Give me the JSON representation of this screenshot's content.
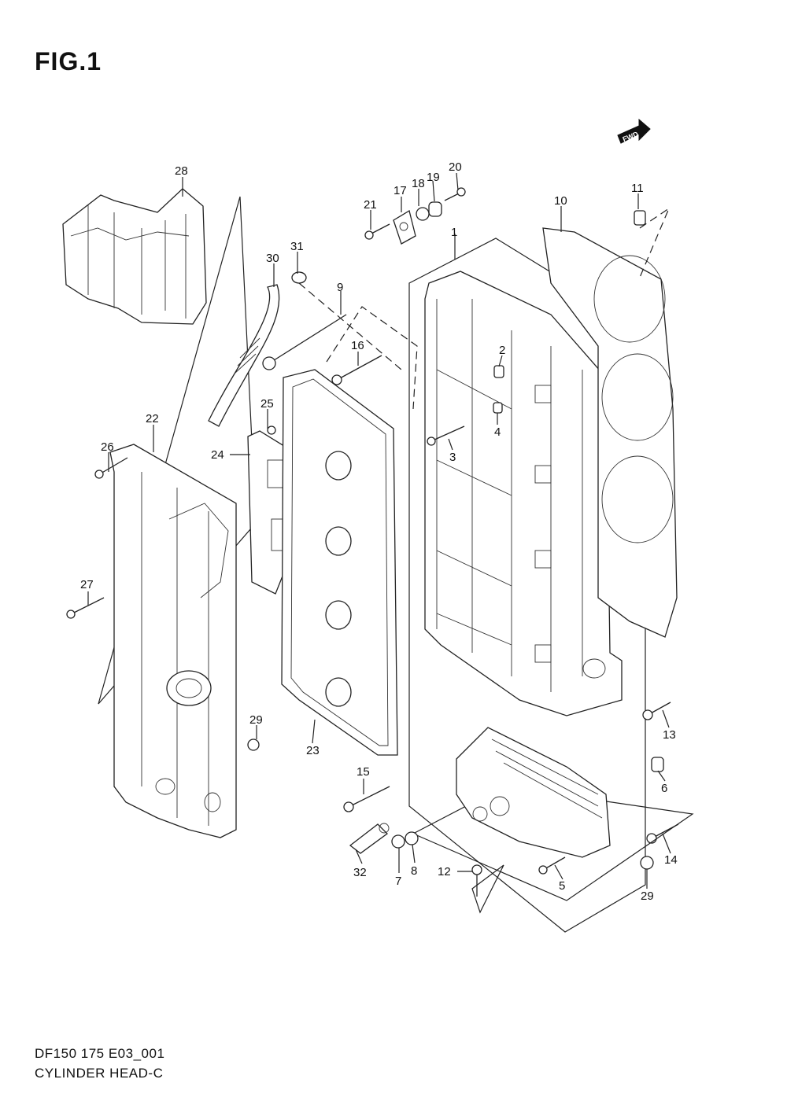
{
  "figure": {
    "title": "FIG.1",
    "model_code": "DF150 175 E03_001",
    "section_name": "CYLINDER HEAD-C",
    "fwd_label": "FWD"
  },
  "callouts": [
    {
      "id": "c1",
      "label": "1"
    },
    {
      "id": "c2",
      "label": "2"
    },
    {
      "id": "c3",
      "label": "3"
    },
    {
      "id": "c4",
      "label": "4"
    },
    {
      "id": "c5",
      "label": "5"
    },
    {
      "id": "c6",
      "label": "6"
    },
    {
      "id": "c7",
      "label": "7"
    },
    {
      "id": "c8",
      "label": "8"
    },
    {
      "id": "c9",
      "label": "9"
    },
    {
      "id": "c10",
      "label": "10"
    },
    {
      "id": "c11",
      "label": "11"
    },
    {
      "id": "c12",
      "label": "12"
    },
    {
      "id": "c13",
      "label": "13"
    },
    {
      "id": "c14",
      "label": "14"
    },
    {
      "id": "c15",
      "label": "15"
    },
    {
      "id": "c16",
      "label": "16"
    },
    {
      "id": "c17",
      "label": "17"
    },
    {
      "id": "c18",
      "label": "18"
    },
    {
      "id": "c19",
      "label": "19"
    },
    {
      "id": "c20",
      "label": "20"
    },
    {
      "id": "c21",
      "label": "21"
    },
    {
      "id": "c22",
      "label": "22"
    },
    {
      "id": "c23",
      "label": "23"
    },
    {
      "id": "c24",
      "label": "24"
    },
    {
      "id": "c25",
      "label": "25"
    },
    {
      "id": "c26",
      "label": "26"
    },
    {
      "id": "c27",
      "label": "27"
    },
    {
      "id": "c28",
      "label": "28"
    },
    {
      "id": "c29a",
      "label": "29"
    },
    {
      "id": "c29b",
      "label": "29"
    },
    {
      "id": "c30",
      "label": "30"
    },
    {
      "id": "c31",
      "label": "31"
    },
    {
      "id": "c32",
      "label": "32"
    }
  ]
}
